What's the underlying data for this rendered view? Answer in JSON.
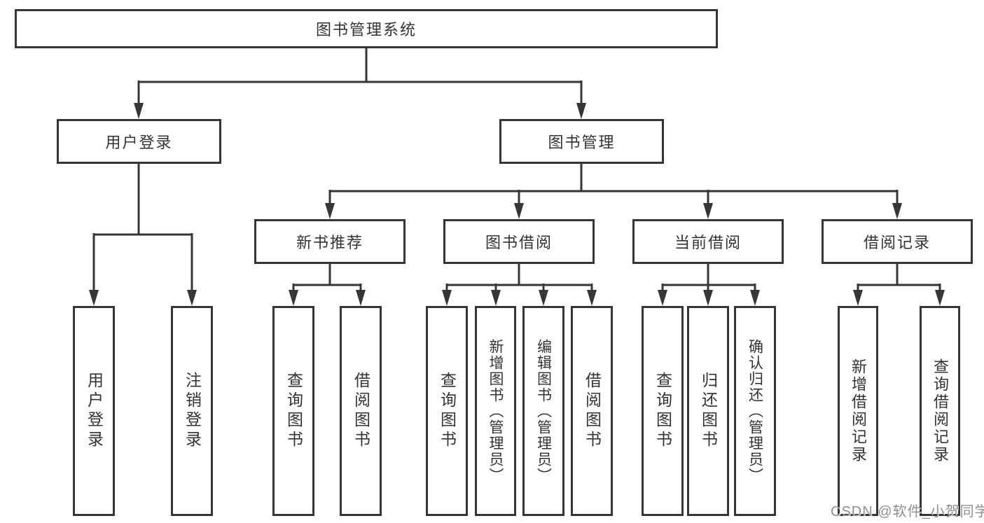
{
  "tree": {
    "root": {
      "label": "图书管理系统"
    },
    "branches": [
      {
        "label": "用户登录",
        "children": [
          {
            "label": "用户登录"
          },
          {
            "label": "注销登录"
          }
        ]
      },
      {
        "label": "图书管理",
        "sections": [
          {
            "label": "新书推荐",
            "children": [
              {
                "label": "查询图书"
              },
              {
                "label": "借阅图书"
              }
            ]
          },
          {
            "label": "图书借阅",
            "children": [
              {
                "label": "查询图书"
              },
              {
                "label": "新增图书（管理员）"
              },
              {
                "label": "编辑图书（管理员）"
              },
              {
                "label": "借阅图书"
              }
            ]
          },
          {
            "label": "当前借阅",
            "children": [
              {
                "label": "查询图书"
              },
              {
                "label": "归还图书"
              },
              {
                "label": "确认归还（管理员）"
              }
            ]
          },
          {
            "label": "借阅记录",
            "children": [
              {
                "label": "新增借阅记录"
              },
              {
                "label": "查询借阅记录"
              }
            ]
          }
        ]
      }
    ]
  },
  "watermark": {
    "text": "CSDN @软件_小贺同学"
  },
  "colors": {
    "line": "#363636",
    "text": "#333333",
    "background": "#ffffff",
    "watermark": "#8f8f8f"
  }
}
